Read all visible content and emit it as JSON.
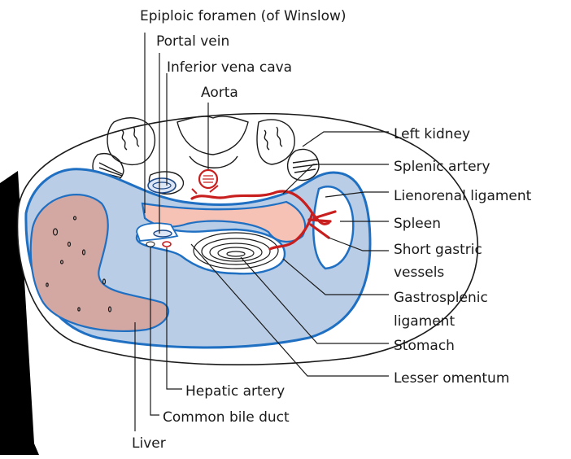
{
  "labels": {
    "epiploic_foramen": "Epiploic foramen (of Winslow)",
    "portal_vein": "Portal vein",
    "inferior_vena_cava": "Inferior vena cava",
    "aorta": "Aorta",
    "left_kidney": "Left kidney",
    "splenic_artery": "Splenic artery",
    "lienorenal_ligament": "Lienorenal ligament",
    "spleen": "Spleen",
    "short_gastric_1": "Short gastric",
    "short_gastric_2": "vessels",
    "gastrosplenic_1": "Gastrosplenic",
    "gastrosplenic_2": "ligament",
    "stomach": "Stomach",
    "lesser_omentum": "Lesser omentum",
    "hepatic_artery": "Hepatic artery",
    "common_bile_duct": "Common bile duct",
    "liver": "Liver"
  },
  "colors": {
    "peritoneal_cavity": "#b9cde6",
    "membrane": "#1f6fc2",
    "lesser_sac": "#f6c2b5",
    "liver": "#d3a8a3",
    "artery": "#c81e1e",
    "outline": "#1a1a1a",
    "background": "#ffffff",
    "black_edge": "#000000"
  }
}
